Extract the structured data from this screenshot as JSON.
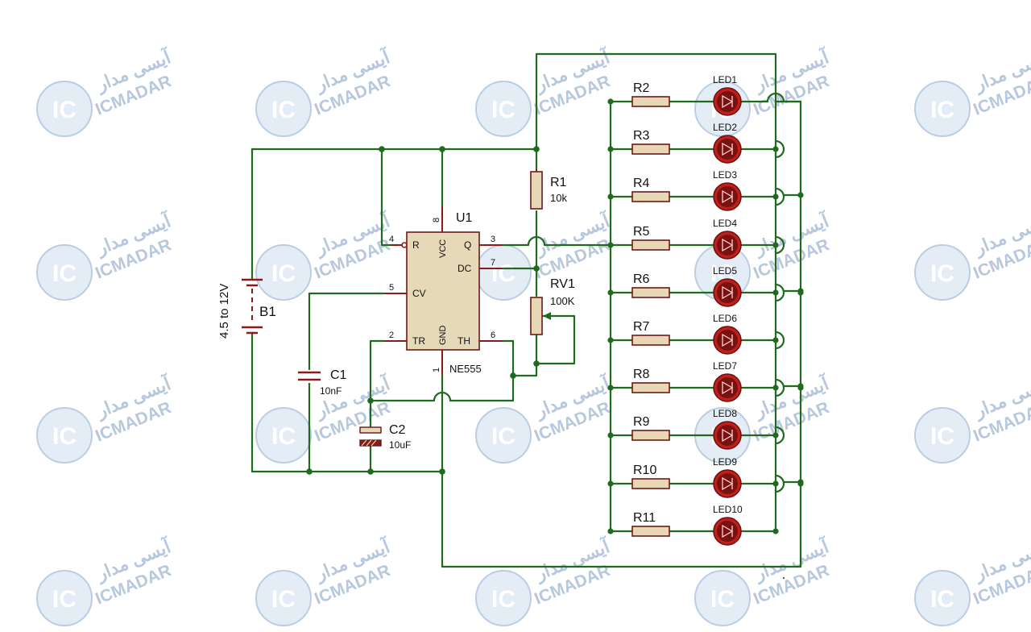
{
  "watermark": {
    "brand_fa": "آیسی مدار",
    "brand_en": "ICMADAR",
    "logo": "IC"
  },
  "battery": {
    "ref": "B1",
    "value": "4.5 to 12V"
  },
  "timer": {
    "ref": "U1",
    "part": "NE555",
    "pin_labels": {
      "r": "R",
      "vcc": "VCC",
      "q": "Q",
      "dc": "DC",
      "cv": "CV",
      "tr": "TR",
      "gnd": "GND",
      "th": "TH"
    },
    "pin_numbers": {
      "r": "4",
      "vcc": "8",
      "q": "3",
      "dc": "7",
      "cv": "5",
      "tr": "2",
      "gnd": "1",
      "th": "6"
    }
  },
  "r1": {
    "ref": "R1",
    "value": "10k"
  },
  "rv1": {
    "ref": "RV1",
    "value": "100K"
  },
  "c1": {
    "ref": "C1",
    "value": "10nF"
  },
  "c2": {
    "ref": "C2",
    "value": "10uF"
  },
  "resistors": [
    "R2",
    "R3",
    "R4",
    "R5",
    "R6",
    "R7",
    "R8",
    "R9",
    "R10",
    "R11"
  ],
  "leds": [
    "LED1",
    "LED2",
    "LED3",
    "LED4",
    "LED5",
    "LED6",
    "LED7",
    "LED8",
    "LED9",
    "LED10"
  ],
  "colors": {
    "wire": "#1e6b1e",
    "pin": "#8b1a1a",
    "led": "#c0201c",
    "body": "#e8d7b4"
  }
}
